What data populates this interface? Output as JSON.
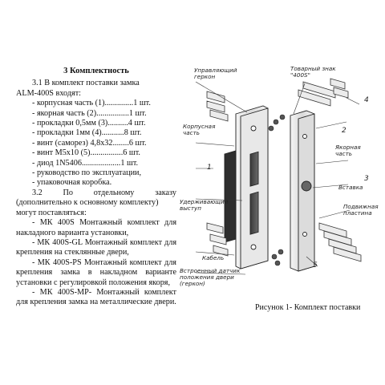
{
  "section": {
    "title": "3 Комплектность",
    "p31_line1": "3.1 В комплект поставки замка",
    "p31_line2": "ALM-400S входят:",
    "items": [
      {
        "name": "- корпусная часть (1)",
        "dots": "..............",
        "qty": "1 шт."
      },
      {
        "name": "- якорная часть (2)",
        "dots": "................",
        "qty": "1 шт."
      },
      {
        "name": "- прокладки 0,5мм (3)",
        "dots": "..........",
        "qty": "4 шт."
      },
      {
        "name": "- прокладки 1мм (4)",
        "dots": "...........",
        "qty": "8 шт."
      },
      {
        "name": "- винт (саморез) 4,8х32",
        "dots": "........",
        "qty": "6 шт."
      },
      {
        "name": "- винт М5х10 (5)",
        "dots": "................",
        "qty": "6 шт."
      },
      {
        "name": "- диод 1N5406",
        "dots": "...................",
        "qty": "1 шт."
      }
    ],
    "extra_items": [
      "- руководство по эксплуатации,",
      "- упаковочная коробка."
    ],
    "p32_num": "3.2",
    "p32_words": [
      "По",
      "отдельному",
      "заказу"
    ],
    "p32_rest": [
      "(дополнительно к основному комплекту)",
      "могут поставляться:"
    ],
    "order_items": [
      "- МК 400S Монтажный комплект для накладного варианта установки,",
      "- МК 400S-GL Монтажный комплект для крепления на стеклянные двери,",
      "- МК 400S-PS Монтажный комплект для крепления замка в накладном варианте установки с регулировкой положения якоря,",
      "- МК 400S-MP- Монтажный комплект для крепления замка на металлические двери."
    ]
  },
  "figure": {
    "labels": {
      "control_gerkon": "Управляющий\nгеркон",
      "trademark": "Товарный знак\n\"400S\"",
      "body_part": "Корпусная\nчасть",
      "anchor_part": "Якорная\nчасть",
      "insert": "Вставка",
      "holding_ledge": "Удерживающий\nвыступ",
      "movable_plate": "Подвижная\nпластина",
      "cable": "Кабель",
      "door_sensor": "Встроенный датчик\nположения двери\n(геркон)"
    },
    "numbers": [
      "1",
      "2",
      "3",
      "4",
      "5"
    ],
    "caption": "Рисунок 1- Комплект поставки"
  }
}
